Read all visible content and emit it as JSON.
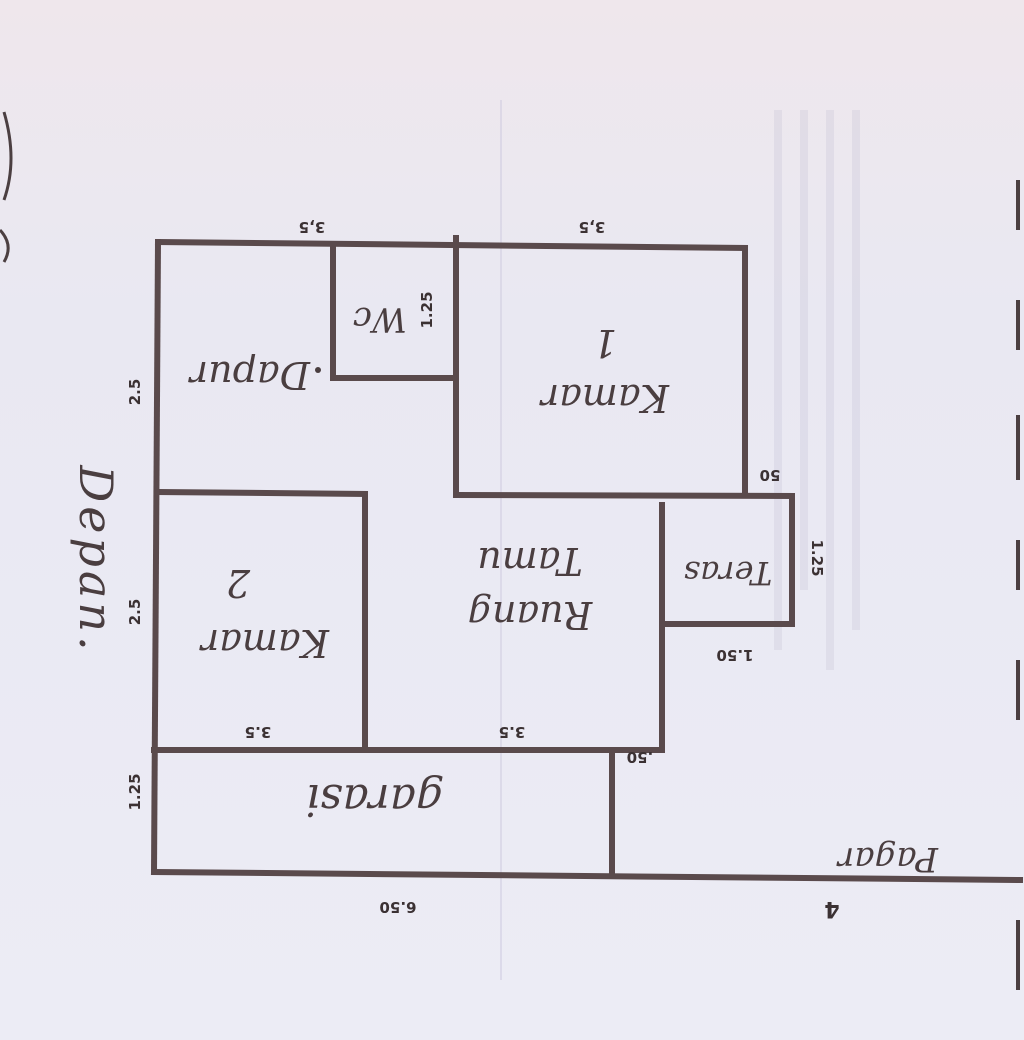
{
  "plan": {
    "front_label": "Depan.",
    "fence_label": "Pagar",
    "fence_dim": "4",
    "rooms": {
      "dapur": "Dapur",
      "wc": "Wc",
      "kamar1_line1": "Kamar",
      "kamar1_line2": "1",
      "kamar2_line1": "Kamar",
      "kamar2_line2": "2",
      "ruang_tamu_line1": "Ruang",
      "ruang_tamu_line2": "Tamu",
      "teras": "Teras",
      "garasi": "garasi"
    },
    "dimensions": {
      "top_left": "3,5",
      "top_right": "3,5",
      "wc_side": "1.25",
      "left_dapur": "2.5",
      "left_kamar2": "2.5",
      "left_garasi": "1.25",
      "kamar2_width": "3.5",
      "ruang_tamu_width": "3.5",
      "kamar1_corner": "50",
      "teras_height": "1.25",
      "teras_width": "1.50",
      "garasi_corner": ".50",
      "bottom_total": "6.50"
    }
  }
}
